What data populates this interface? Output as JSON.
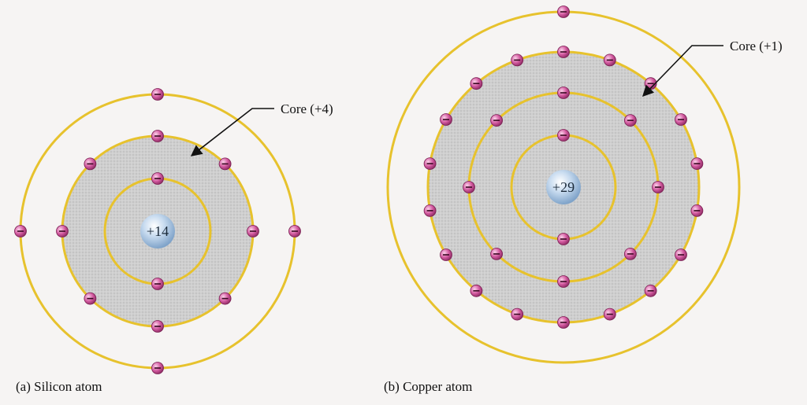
{
  "silicon": {
    "caption": "(a) Silicon atom",
    "core_label": "Core (+4)",
    "nucleus_charge": "+14"
  },
  "copper": {
    "caption": "(b) Copper atom",
    "core_label": "Core (+1)",
    "nucleus_charge": "+29"
  },
  "icons": {
    "electron": "electron-icon",
    "nucleus": "nucleus-icon"
  },
  "colors": {
    "orbit": "#e7c22d",
    "core_fill": "#cfcfcf",
    "electron": "#d35aa0",
    "nucleus": "#a8c6e6"
  }
}
